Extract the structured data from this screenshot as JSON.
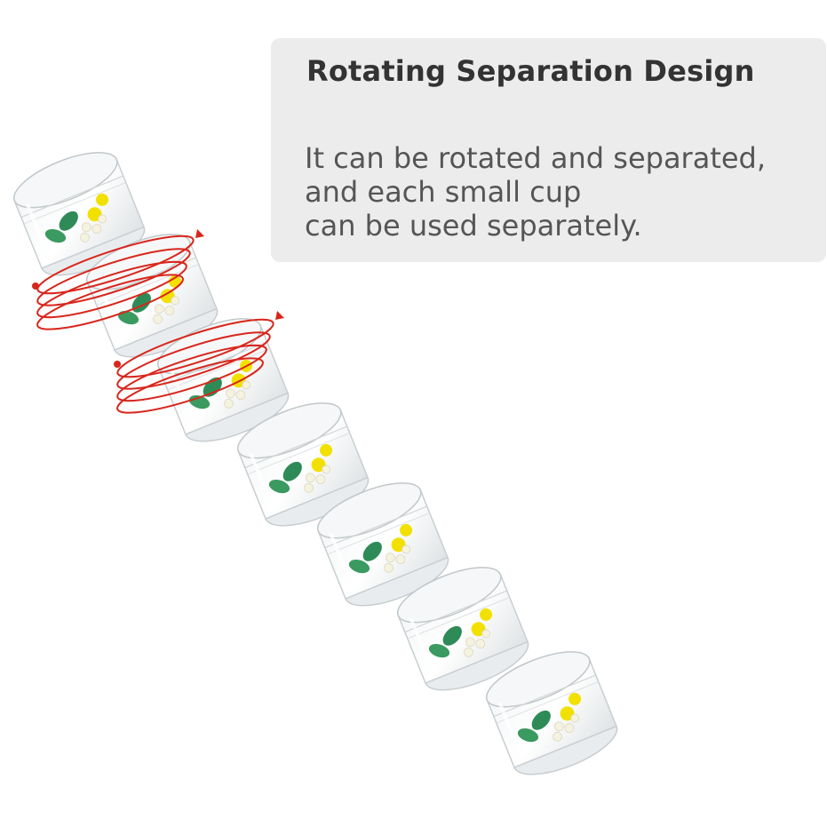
{
  "panel": {
    "headline": "Rotating Separation Design",
    "body_lines": [
      "It can be rotated and separated,",
      "and each small cup",
      "can be used separately."
    ]
  },
  "colors": {
    "panel_background": "#ececec",
    "headline_text": "#333333",
    "body_text": "#555555",
    "rotation_arrows": "#d8261c",
    "capsule_green": "#2e8b57",
    "capsule_yellow": "#f2e100",
    "capsule_white": "#f5f2e0"
  },
  "photo": {
    "subject": "stack of clear cups",
    "cup_count": 7,
    "rotation_icon": "rotation-arrows-icon"
  }
}
